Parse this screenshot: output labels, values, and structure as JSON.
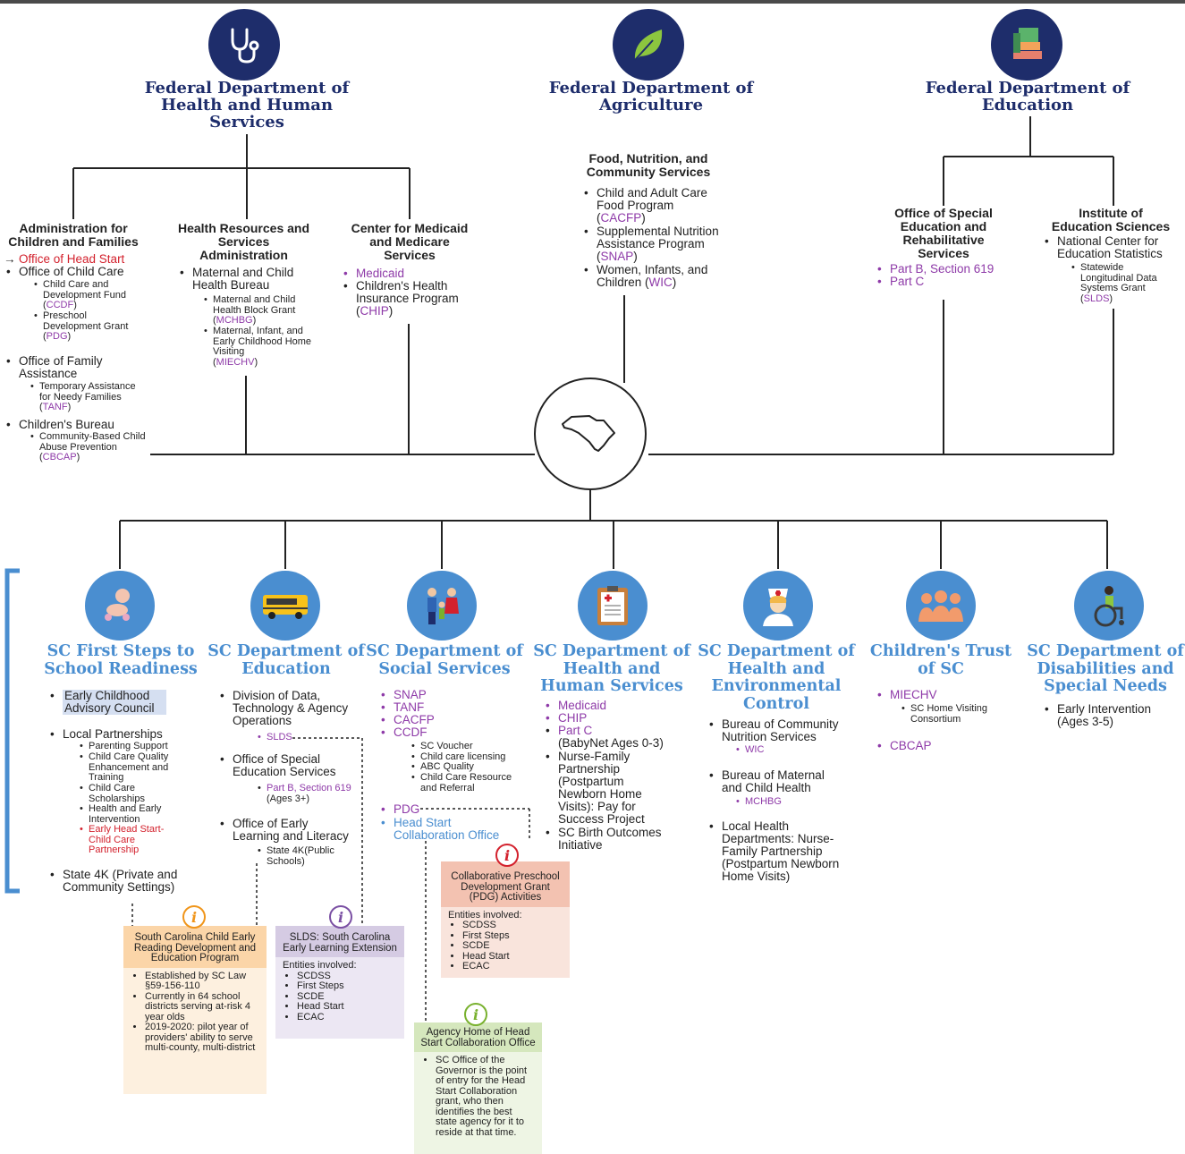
{
  "federal": {
    "hhs": {
      "title": "Federal Department of Health and Human Services",
      "icon": "stethoscope-icon"
    },
    "usda": {
      "title": "Federal Department of Agriculture",
      "icon": "leaf-icon"
    },
    "ed": {
      "title": "Federal Department of Education",
      "icon": "books-icon"
    }
  },
  "acf": {
    "title": "Administration for Children and Families",
    "head_start": "Office of Head Start",
    "child_care": "Office of Child Care",
    "ccdf_text": "Child Care and Development Fund",
    "ccdf": "CCDF",
    "pdg_text": "Preschool Development Grant",
    "pdg": "PDG",
    "ofa": "Office of Family Assistance",
    "tanf_text": "Temporary Assistance for Needy Families",
    "tanf": "TANF",
    "cb": "Children's Bureau",
    "cbcap_text": "Community-Based Child Abuse Prevention",
    "cbcap": "CBCAP"
  },
  "hrsa": {
    "title": "Health Resources and Services Administration",
    "mchb": "Maternal and Child Health Bureau",
    "mchbg_text": "Maternal and Child Health Block Grant",
    "mchbg": "MCHBG",
    "miechv_text": "Maternal, Infant, and Early Childhood Home Visiting",
    "miechv": "MIECHV"
  },
  "cms": {
    "title": "Center for Medicaid and Medicare Services",
    "medicaid": "Medicaid",
    "chip_text": "Children's Health Insurance Program",
    "chip": "CHIP"
  },
  "fns": {
    "title": "Food, Nutrition, and Community Services",
    "cacfp_text": "Child and Adult Care Food Program",
    "cacfp": "CACFP",
    "snap_text": "Supplemental Nutrition Assistance Program",
    "snap": "SNAP",
    "wic_text": "Women, Infants, and Children",
    "wic": "WIC"
  },
  "osers": {
    "title": "Office of Special Education and Rehabilitative Services",
    "partb": "Part B, Section 619",
    "partc": "Part C"
  },
  "ies": {
    "title": "Institute of Education Sciences",
    "nces": "National Center for Education Statistics",
    "slds_text": "Statewide Longitudinal Data Systems Grant",
    "slds": "SLDS"
  },
  "center": {
    "icon": "south-carolina-map-icon"
  },
  "sc": {
    "first_steps": {
      "title": "SC First Steps to School Readiness",
      "icon": "baby-icon",
      "ecac": "Early Childhood Advisory Council",
      "local": "Local Partnerships",
      "sub": [
        "Parenting Support",
        "Child Care Quality Enhancement and Training",
        "Child Care Scholarships",
        "Health and Early Intervention"
      ],
      "ehs": "Early Head Start-Child Care Partnership",
      "state4k": "State 4K (Private and Community Settings)"
    },
    "scde": {
      "title": "SC Department of Education",
      "icon": "school-bus-icon",
      "data": "Division of Data, Technology & Agency Operations",
      "slds": "SLDS",
      "ose": "Office of Special Education Services",
      "partb": "Part B, Section 619",
      "ages": "(Ages 3+)",
      "oell": "Office of Early Learning and Literacy",
      "state4k": "State 4K(Public Schools)"
    },
    "dss": {
      "title": "SC Department of Social Services",
      "icon": "family-icon",
      "programs": [
        "SNAP",
        "TANF",
        "CACFP",
        "CCDF"
      ],
      "ccdf_sub": [
        "SC Voucher",
        "Child care licensing",
        "ABC Quality",
        "Child Care Resource and Referral"
      ],
      "pdg": "PDG",
      "hsco": "Head Start Collaboration Office"
    },
    "dhhs": {
      "title": "SC Department of Health and Human Services",
      "icon": "clipboard-icon",
      "medicaid": "Medicaid",
      "chip": "CHIP",
      "partc": "Part C",
      "babynet": "(BabyNet Ages 0-3)",
      "nfp": "Nurse-Family Partnership (Postpartum Newborn Home Visits): Pay for Success Project",
      "birth": "SC Birth Outcomes Initiative"
    },
    "dhec": {
      "title": "SC Department of Health and Environmental Control",
      "icon": "nurse-icon",
      "bcns": "Bureau of Community Nutrition Services",
      "wic": "WIC",
      "bmch": "Bureau of Maternal and Child Health",
      "mchbg": "MCHBG",
      "local": "Local Health Departments: Nurse-Family Partnership (Postpartum Newborn Home Visits)"
    },
    "trust": {
      "title": "Children's Trust of SC",
      "icon": "group-icon",
      "miechv": "MIECHV",
      "consortium": "SC Home Visiting Consortium",
      "cbcap": "CBCAP"
    },
    "ddsn": {
      "title": "SC Department of Disabilities and Special Needs",
      "icon": "wheelchair-icon",
      "ei": "Early Intervention (Ages 3-5)"
    }
  },
  "boxes": {
    "pdg": {
      "title": "Collaborative Preschool Development Grant (PDG) Activities",
      "label": "Entities involved:",
      "items": [
        "SCDSS",
        "First Steps",
        "SCDE",
        "Head Start",
        "ECAC"
      ],
      "color": "#f6d9cf",
      "accent": "#d3212d"
    },
    "readiness": {
      "title": "South Carolina Child Early Reading Development and Education Program",
      "items": [
        "Established by SC Law §59-156-110",
        "Currently in 64 school districts serving at-risk 4 year olds",
        "2019-2020: pilot year of providers' ability to serve multi-county, multi-district"
      ],
      "color": "#fde3c4",
      "accent": "#f0951a"
    },
    "slds": {
      "title": "SLDS: South Carolina Early Learning Extension",
      "label": "Entities involved:",
      "items": [
        "SCDSS",
        "First Steps",
        "SCDE",
        "Head Start",
        "ECAC"
      ],
      "color": "#dcd3e8",
      "accent": "#7a4fa3"
    },
    "hsco": {
      "title": "Agency Home of Head Start Collaboration Office",
      "items": [
        "SC Office of the Governor is the point of entry for the Head Start Collaboration grant, who then identifies the best state agency for it to reside at that time."
      ],
      "color": "#dfeccd",
      "accent": "#79b12f"
    }
  },
  "colors": {
    "federal": "#1e2d6b",
    "state": "#4a8ed0",
    "program": "#8e3aa8",
    "highlight": "#d3212d"
  }
}
